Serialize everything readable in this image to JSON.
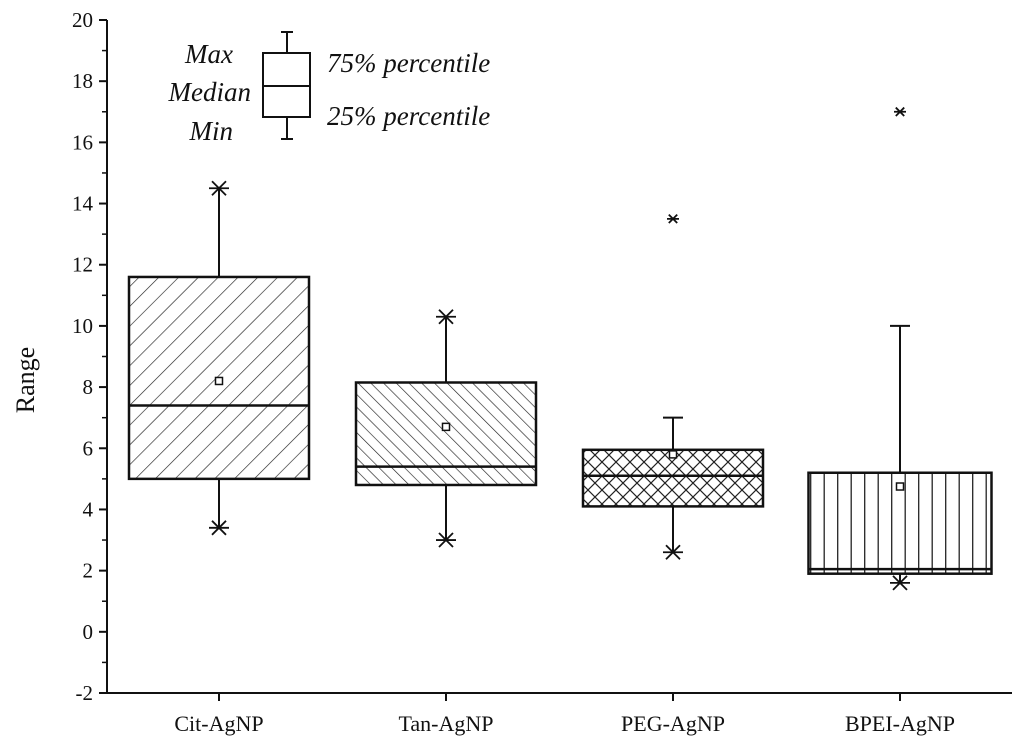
{
  "chart_data": {
    "type": "box",
    "ylabel": "Range",
    "xlabel": "",
    "ylim": [
      -2,
      20
    ],
    "y_ticks": [
      "-2",
      "0",
      "2",
      "4",
      "6",
      "8",
      "10",
      "12",
      "14",
      "16",
      "18",
      "20"
    ],
    "grid": false,
    "legend_position": "top-left",
    "legend": {
      "max": "Max",
      "median": "Median",
      "min": "Min",
      "q3": "75% percentile",
      "q1": "25% percentile"
    },
    "categories": [
      "Cit-AgNP",
      "Tan-AgNP",
      "PEG-AgNP",
      "BPEI-AgNP"
    ],
    "boxes": [
      {
        "category": "Cit-AgNP",
        "min": 3.4,
        "q1": 5.0,
        "median": 7.4,
        "q3": 11.6,
        "max": 14.5,
        "mean": 8.2,
        "outliers": [],
        "pattern": "diag-fwd"
      },
      {
        "category": "Tan-AgNP",
        "min": 3.0,
        "q1": 4.8,
        "median": 5.4,
        "q3": 8.15,
        "max": 10.3,
        "mean": 6.7,
        "outliers": [],
        "pattern": "diag-back"
      },
      {
        "category": "PEG-AgNP",
        "min": 2.6,
        "q1": 4.1,
        "median": 5.1,
        "q3": 5.95,
        "max": 7.0,
        "mean": 5.8,
        "outliers": [
          13.5
        ],
        "pattern": "crosshatch"
      },
      {
        "category": "BPEI-AgNP",
        "min": 1.6,
        "q1": 1.9,
        "median": 2.05,
        "q3": 5.2,
        "max": 10.0,
        "mean": 4.75,
        "outliers": [
          17.0
        ],
        "pattern": "vertical"
      }
    ]
  }
}
